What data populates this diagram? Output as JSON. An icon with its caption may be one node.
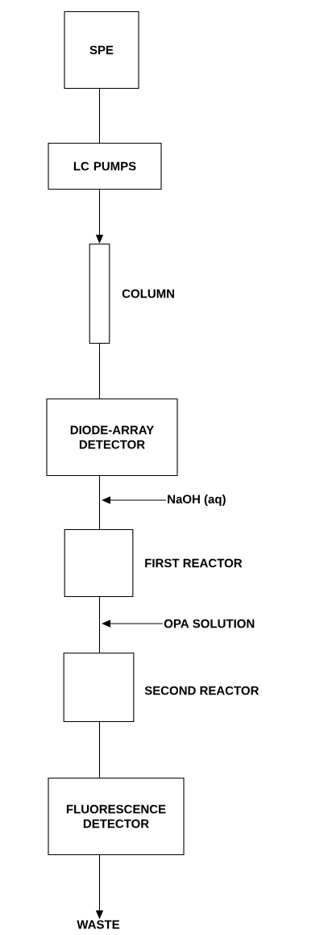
{
  "diagram": {
    "nodes": [
      {
        "text": [
          "SPE"
        ]
      },
      {
        "text": [
          "LC PUMPS"
        ]
      },
      {
        "text": [],
        "shape": "bar",
        "beside": [
          "COLUMN"
        ]
      },
      {
        "text": [
          "DIODE-ARRAY DETECTOR"
        ]
      },
      {
        "text": [],
        "shape": "box",
        "beside": [
          "FIRST REACTOR"
        ]
      },
      {
        "text": [],
        "shape": "box",
        "beside": [
          "SECOND REACTOR"
        ]
      },
      {
        "text": [
          "FLUORESCENCE DETECTOR"
        ]
      },
      {
        "text": [
          "WASTE"
        ]
      },
      {
        "text": [
          "NaOH (aq)"
        ]
      },
      {
        "text": [
          "OPA SOLUTION"
        ]
      }
    ],
    "edges": [
      {
        "from": 0,
        "to": 1,
        "arrow": "none"
      },
      {
        "from": 1,
        "to": 2,
        "arrow": "to"
      },
      {
        "from": 2,
        "to": 3,
        "arrow": "none"
      },
      {
        "from": 3,
        "to": 4,
        "arrow": "none"
      },
      {
        "from": 4,
        "to": 5,
        "arrow": "none"
      },
      {
        "from": 5,
        "to": 6,
        "arrow": "none"
      },
      {
        "from": 6,
        "to": 7,
        "arrow": "to"
      },
      {
        "from": 8,
        "to": null,
        "arrow": "to"
      },
      {
        "from": 9,
        "to": null,
        "arrow": "to"
      }
    ]
  }
}
